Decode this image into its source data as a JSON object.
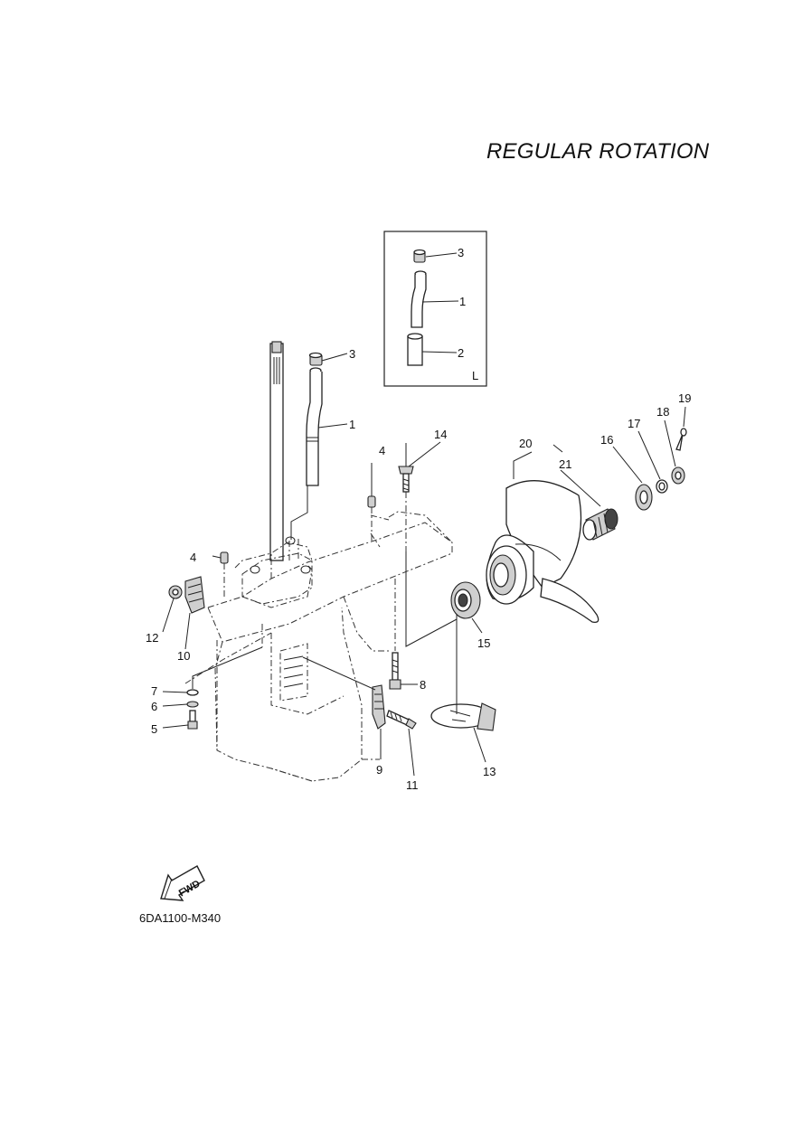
{
  "title": "REGULAR ROTATION",
  "inset_label": "L",
  "fwd_label": "FWD",
  "diagram_code": "6DA1100-M340",
  "callouts": {
    "c1": "1",
    "c2": "2",
    "c3": "3",
    "c4": "4",
    "c5": "5",
    "c6": "6",
    "c7": "7",
    "c8": "8",
    "c9": "9",
    "c10": "10",
    "c11": "11",
    "c12": "12",
    "c13": "13",
    "c14": "14",
    "c15": "15",
    "c16": "16",
    "c17": "17",
    "c18": "18",
    "c19": "19",
    "c20": "20",
    "c21": "21"
  }
}
